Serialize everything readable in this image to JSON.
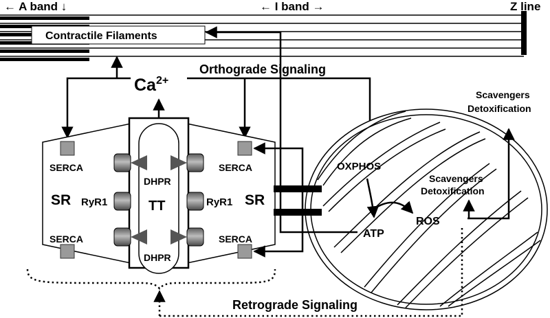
{
  "labels": {
    "a_band": "← A band ↓",
    "i_band": "← I band →",
    "z_line": "Z line",
    "contractile": "Contractile Filaments",
    "ca_base": "Ca",
    "ca_sup": "2+",
    "orthograde": "Orthograde Signaling",
    "retrograde": "Retrograde Signaling",
    "scavengers_outer_1": "Scavengers",
    "scavengers_outer_2": "Detoxification",
    "scavengers_inner_1": "Scavengers",
    "scavengers_inner_2": "Detoxification",
    "serca_tl": "SERCA",
    "serca_bl": "SERCA",
    "serca_tr": "SERCA",
    "serca_br": "SERCA",
    "sr_left": "SR",
    "sr_right": "SR",
    "ryr_left": "RyR1",
    "ryr_right": "RyR1",
    "dhpr_top": "DHPR",
    "dhpr_bottom": "DHPR",
    "tt": "TT",
    "oxphos": "OXPHOS",
    "atp": "ATP",
    "ros": "ROS"
  },
  "colors": {
    "line": "#000000",
    "serca_fill": "#9a9a9a",
    "ryr_fill": "#8c8c8c",
    "dhpr_fill": "#555555",
    "background": "#ffffff"
  }
}
